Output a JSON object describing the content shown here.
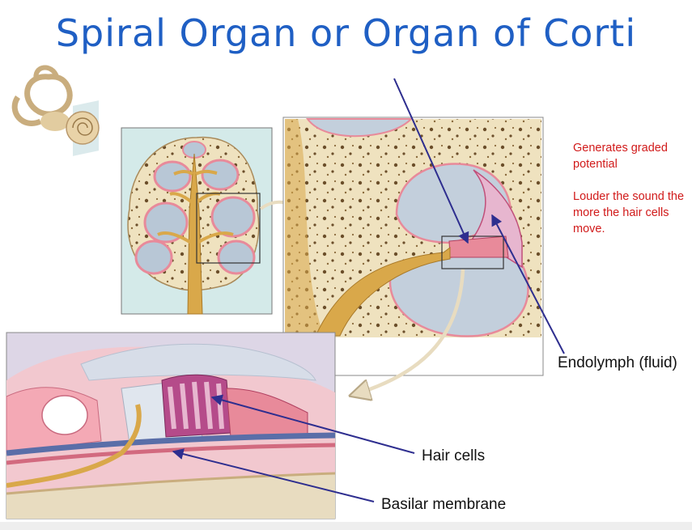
{
  "title": "Spiral Organ or Organ of Corti",
  "notes": {
    "generates": "Generates graded potential",
    "louder": "Louder the sound the more the hair cells move."
  },
  "labels": {
    "endolymph": "Endolymph (fluid)",
    "hair_cells": "Hair cells",
    "basilar_membrane": "Basilar membrane"
  },
  "colors": {
    "title": "#1f5fc4",
    "note": "#d11a1a",
    "leader": "#2e2e8f",
    "bone": "#efe2bf",
    "fluid": "#c3cfdc",
    "tissue": "#e88a9a",
    "nerve": "#d9a84a"
  }
}
